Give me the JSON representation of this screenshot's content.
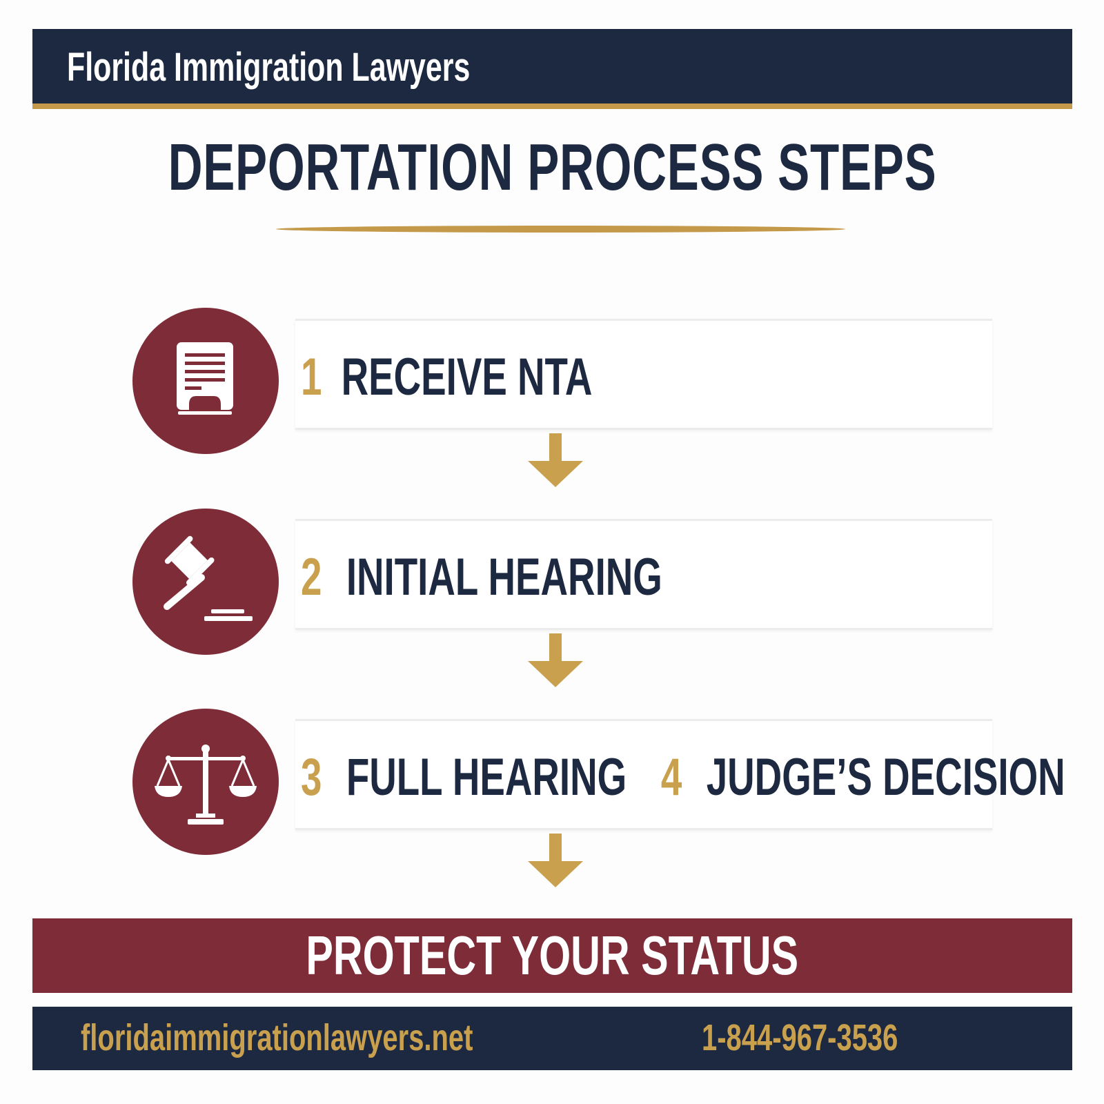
{
  "header": {
    "title": "Florida Immigration Lawyers"
  },
  "page_title": "DEPORTATION PROCESS STEPS",
  "steps": [
    {
      "number": "1",
      "label": "RECEIVE NTA",
      "icon": "document-icon"
    },
    {
      "number": "2",
      "label": "INITIAL HEARING",
      "icon": "gavel-icon"
    },
    {
      "number": "3",
      "label": "FULL HEARING",
      "icon": "scales-of-justice-icon"
    },
    {
      "number": "4",
      "label": "JUDGE’S DECISION"
    }
  ],
  "cta": {
    "label": "PROTECT YOUR STATUS"
  },
  "footer": {
    "website": "floridaimmigrationlawyers.net",
    "phone": "1-844-967-3536"
  },
  "colors": {
    "navy": "#1d2940",
    "maroon": "#7f2c39",
    "gold": "#c9a04e",
    "white": "#ffffff"
  }
}
